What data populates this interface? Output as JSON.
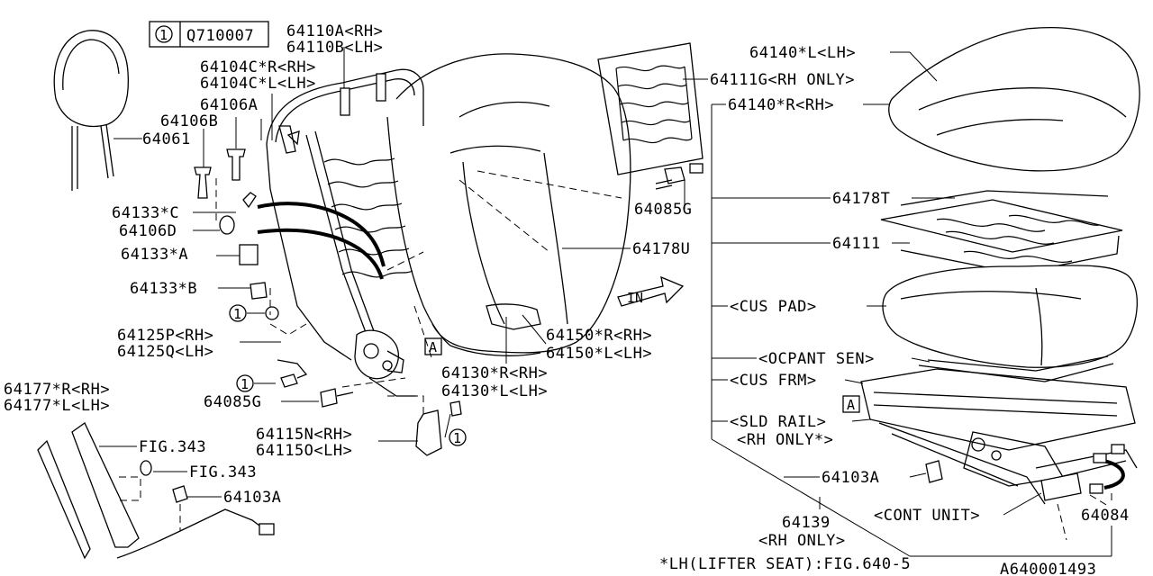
{
  "key_box": {
    "circle": "1",
    "code": "Q710007"
  },
  "labels": {
    "l64110a": "64110A<RH>",
    "l64110b": "64110B<LH>",
    "l64104cr": "64104C*R<RH>",
    "l64104cl": "64104C*L<LH>",
    "l64106a": "64106A",
    "l64106b": "64106B",
    "l64061": "64061",
    "l64133c": "64133*C",
    "l64106d": "64106D",
    "l64133a": "64133*A",
    "l64133b": "64133*B",
    "l64125p": "64125P<RH>",
    "l64125q": "64125Q<LH>",
    "l64177r": "64177*R<RH>",
    "l64177l": "64177*L<LH>",
    "l64085g_left": "64085G",
    "l64115n": "64115N<RH>",
    "l64115o": "64115O<LH>",
    "l_fig343a": "FIG.343",
    "l_fig343b": "FIG.343",
    "l64103a_left": "64103A",
    "l64111g": "64111G<RH ONLY>",
    "l64085g_mid": "64085G",
    "l64178u": "64178U",
    "l64150r": "64150*R<RH>",
    "l64150l": "64150*L<LH>",
    "l64130r": "64130*R<RH>",
    "l64130l": "64130*L<LH>",
    "l64140l": "64140*L<LH>",
    "l64140r": "64140*R<RH>",
    "l64178t": "64178T",
    "l64111": "64111",
    "l_cus_pad": "<CUS PAD>",
    "l_ocpant": "<OCPANT SEN>",
    "l_cus_frm": "<CUS FRM>",
    "l_sld_rail": "<SLD RAIL>",
    "l_rh_only_star": "<RH ONLY*>",
    "l64103a_right": "64103A",
    "l64139": "64139",
    "l64139_rh": "<RH ONLY>",
    "l_cont_unit": "<CONT UNIT>",
    "l64084": "64084"
  },
  "callout_circle": "1",
  "ref_box": "A",
  "footnote": "*LH(LIFTER SEAT):FIG.640-5",
  "diagram_id": "A640001493",
  "direction_arrow_text": "IN"
}
